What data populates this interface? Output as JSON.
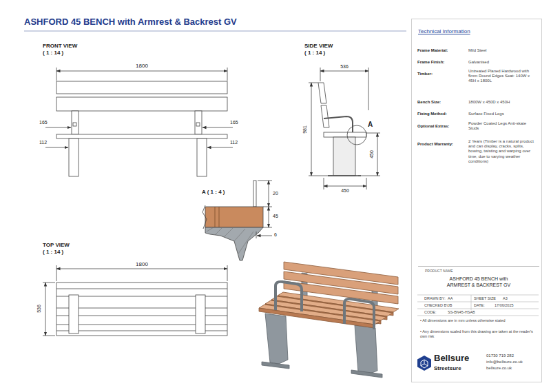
{
  "diagram": {
    "title": "ASHFORD 45 BENCH with Armrest & Backrest GV",
    "nodes": [
      {
        "text": [
          "Technical Information"
        ]
      },
      {
        "text": [
          "PRODUCT NAME",
          "ASHFORD 45 BENCH with ARMREST & BACKREST GV"
        ],
        "in": 0
      }
    ],
    "labels": [
      "FRONT VIEW",
      "( 1 : 14 )",
      "1800",
      "165",
      "165",
      "112",
      "112",
      "SIDE VIEW",
      "( 1 : 14 )",
      "536",
      "981",
      "450",
      "450",
      "A",
      "A ( 1 : 4 )",
      "20",
      "45",
      "6",
      "TOP VIEW",
      "( 1 : 14 )",
      "1800",
      "536",
      "Frame Material:",
      "Mild Steel",
      "Frame Finish:",
      "Galvanised",
      "Timber:",
      "Untreated Planed Hardwood with 5mm Round Edges Seat: 140W x 45H x 1800L",
      "Bench Size:",
      "1800W x 450D x 450H",
      "Fixing Method:",
      "Surface Fixed Legs",
      "Optional Extras:",
      "Powder Coated Legs Anti-skate Studs",
      "Product Warranty:",
      "2 Years (Timber is a natural product and can display, cracks, splits, bowing, twisting and warping over time, due to varying weather conditions)",
      "DRAWN BY:",
      "AA",
      "SHEET SIZE",
      "A3",
      "CHECKED BY:",
      "JB",
      "DATE:",
      "17/06/2025",
      "CODE:",
      "SS-BN45-HSAB",
      "• All dimensions are in mm unless otherwise stated",
      "• Any dimensions scaled from this drawing are taken at the reader's own risk",
      "Bellsure",
      "Streetsure",
      "01730 719 282",
      "info@bellsure.co.uk",
      "bellsure.co.uk"
    ]
  }
}
